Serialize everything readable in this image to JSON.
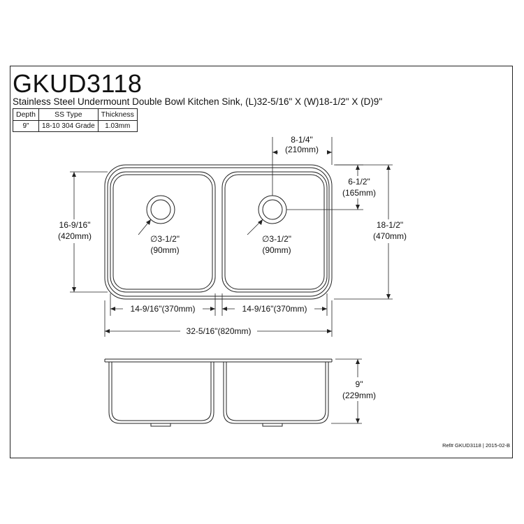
{
  "header": {
    "model": "GKUD3118",
    "description": "Stainless Steel Undermount Double Bowl Kitchen Sink, (L)32-5/16\" X (W)18-1/2\" X (D)9\""
  },
  "spec_table": {
    "headers": [
      "Depth",
      "SS Type",
      "Thickness"
    ],
    "values": [
      "9\"",
      "18-10 304 Grade",
      "1.03mm"
    ]
  },
  "dimensions": {
    "drain_offset": {
      "imperial": "8-1/4\"",
      "metric": "(210mm)"
    },
    "drain_to_back": {
      "imperial": "6-1/2\"",
      "metric": "(165mm)"
    },
    "bowl_depth_front": {
      "imperial": "16-9/16\"",
      "metric": "(420mm)"
    },
    "overall_width": {
      "imperial": "18-1/2\"",
      "metric": "(470mm)"
    },
    "left_drain": {
      "imperial": "∅3-1/2\"",
      "metric": "(90mm)"
    },
    "right_drain": {
      "imperial": "∅3-1/2\"",
      "metric": "(90mm)"
    },
    "left_bowl_length": "14-9/16\"(370mm)",
    "right_bowl_length": "14-9/16\"(370mm)",
    "overall_length": "32-5/16\"(820mm)",
    "depth": {
      "imperial": "9\"",
      "metric": "(229mm)"
    }
  },
  "footer": {
    "reference": "Ref# GKUD3118 | 2015-02-B"
  }
}
